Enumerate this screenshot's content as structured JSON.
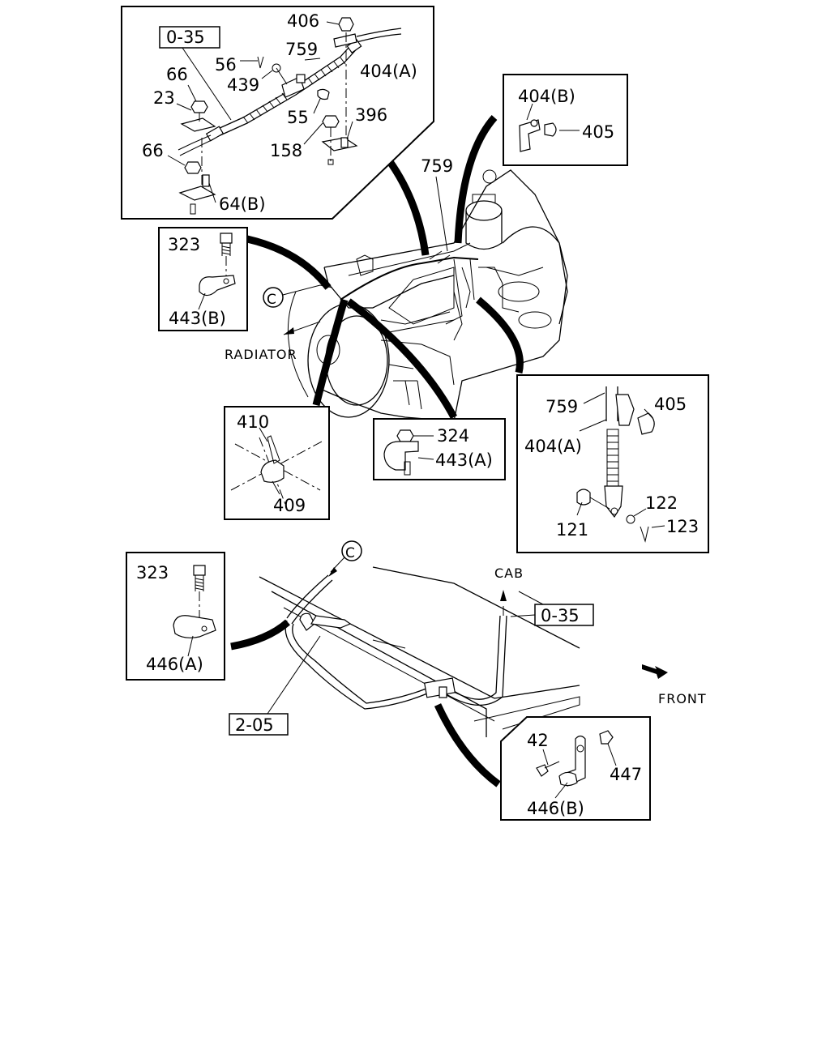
{
  "diagram": {
    "refs": {
      "r0_35_top": "0-35",
      "r0_35_cab": "0-35",
      "r2_05": "2-05"
    },
    "markers": {
      "c_top": "C",
      "c_bottom": "C"
    },
    "annotations": {
      "radiator": "RADIATOR",
      "cab": "CAB",
      "front": "FRONT"
    },
    "panels": {
      "top": [
        "406",
        "759",
        "56",
        "404(A)",
        "66",
        "439",
        "23",
        "55",
        "396",
        "66",
        "158",
        "64(B)"
      ],
      "clip_b": [
        "404(B)",
        "405"
      ],
      "bolt_left": [
        "323",
        "443(B)"
      ],
      "engine": [
        "759"
      ],
      "right_detail": [
        "759",
        "405",
        "404(A)",
        "122",
        "121",
        "123"
      ],
      "clamp_mid": [
        "410",
        "409"
      ],
      "clamp_a": [
        "324",
        "443(A)"
      ],
      "bolt_lower": [
        "323",
        "446(A)"
      ],
      "bracket_b": [
        "42",
        "447",
        "446(B)"
      ]
    }
  }
}
